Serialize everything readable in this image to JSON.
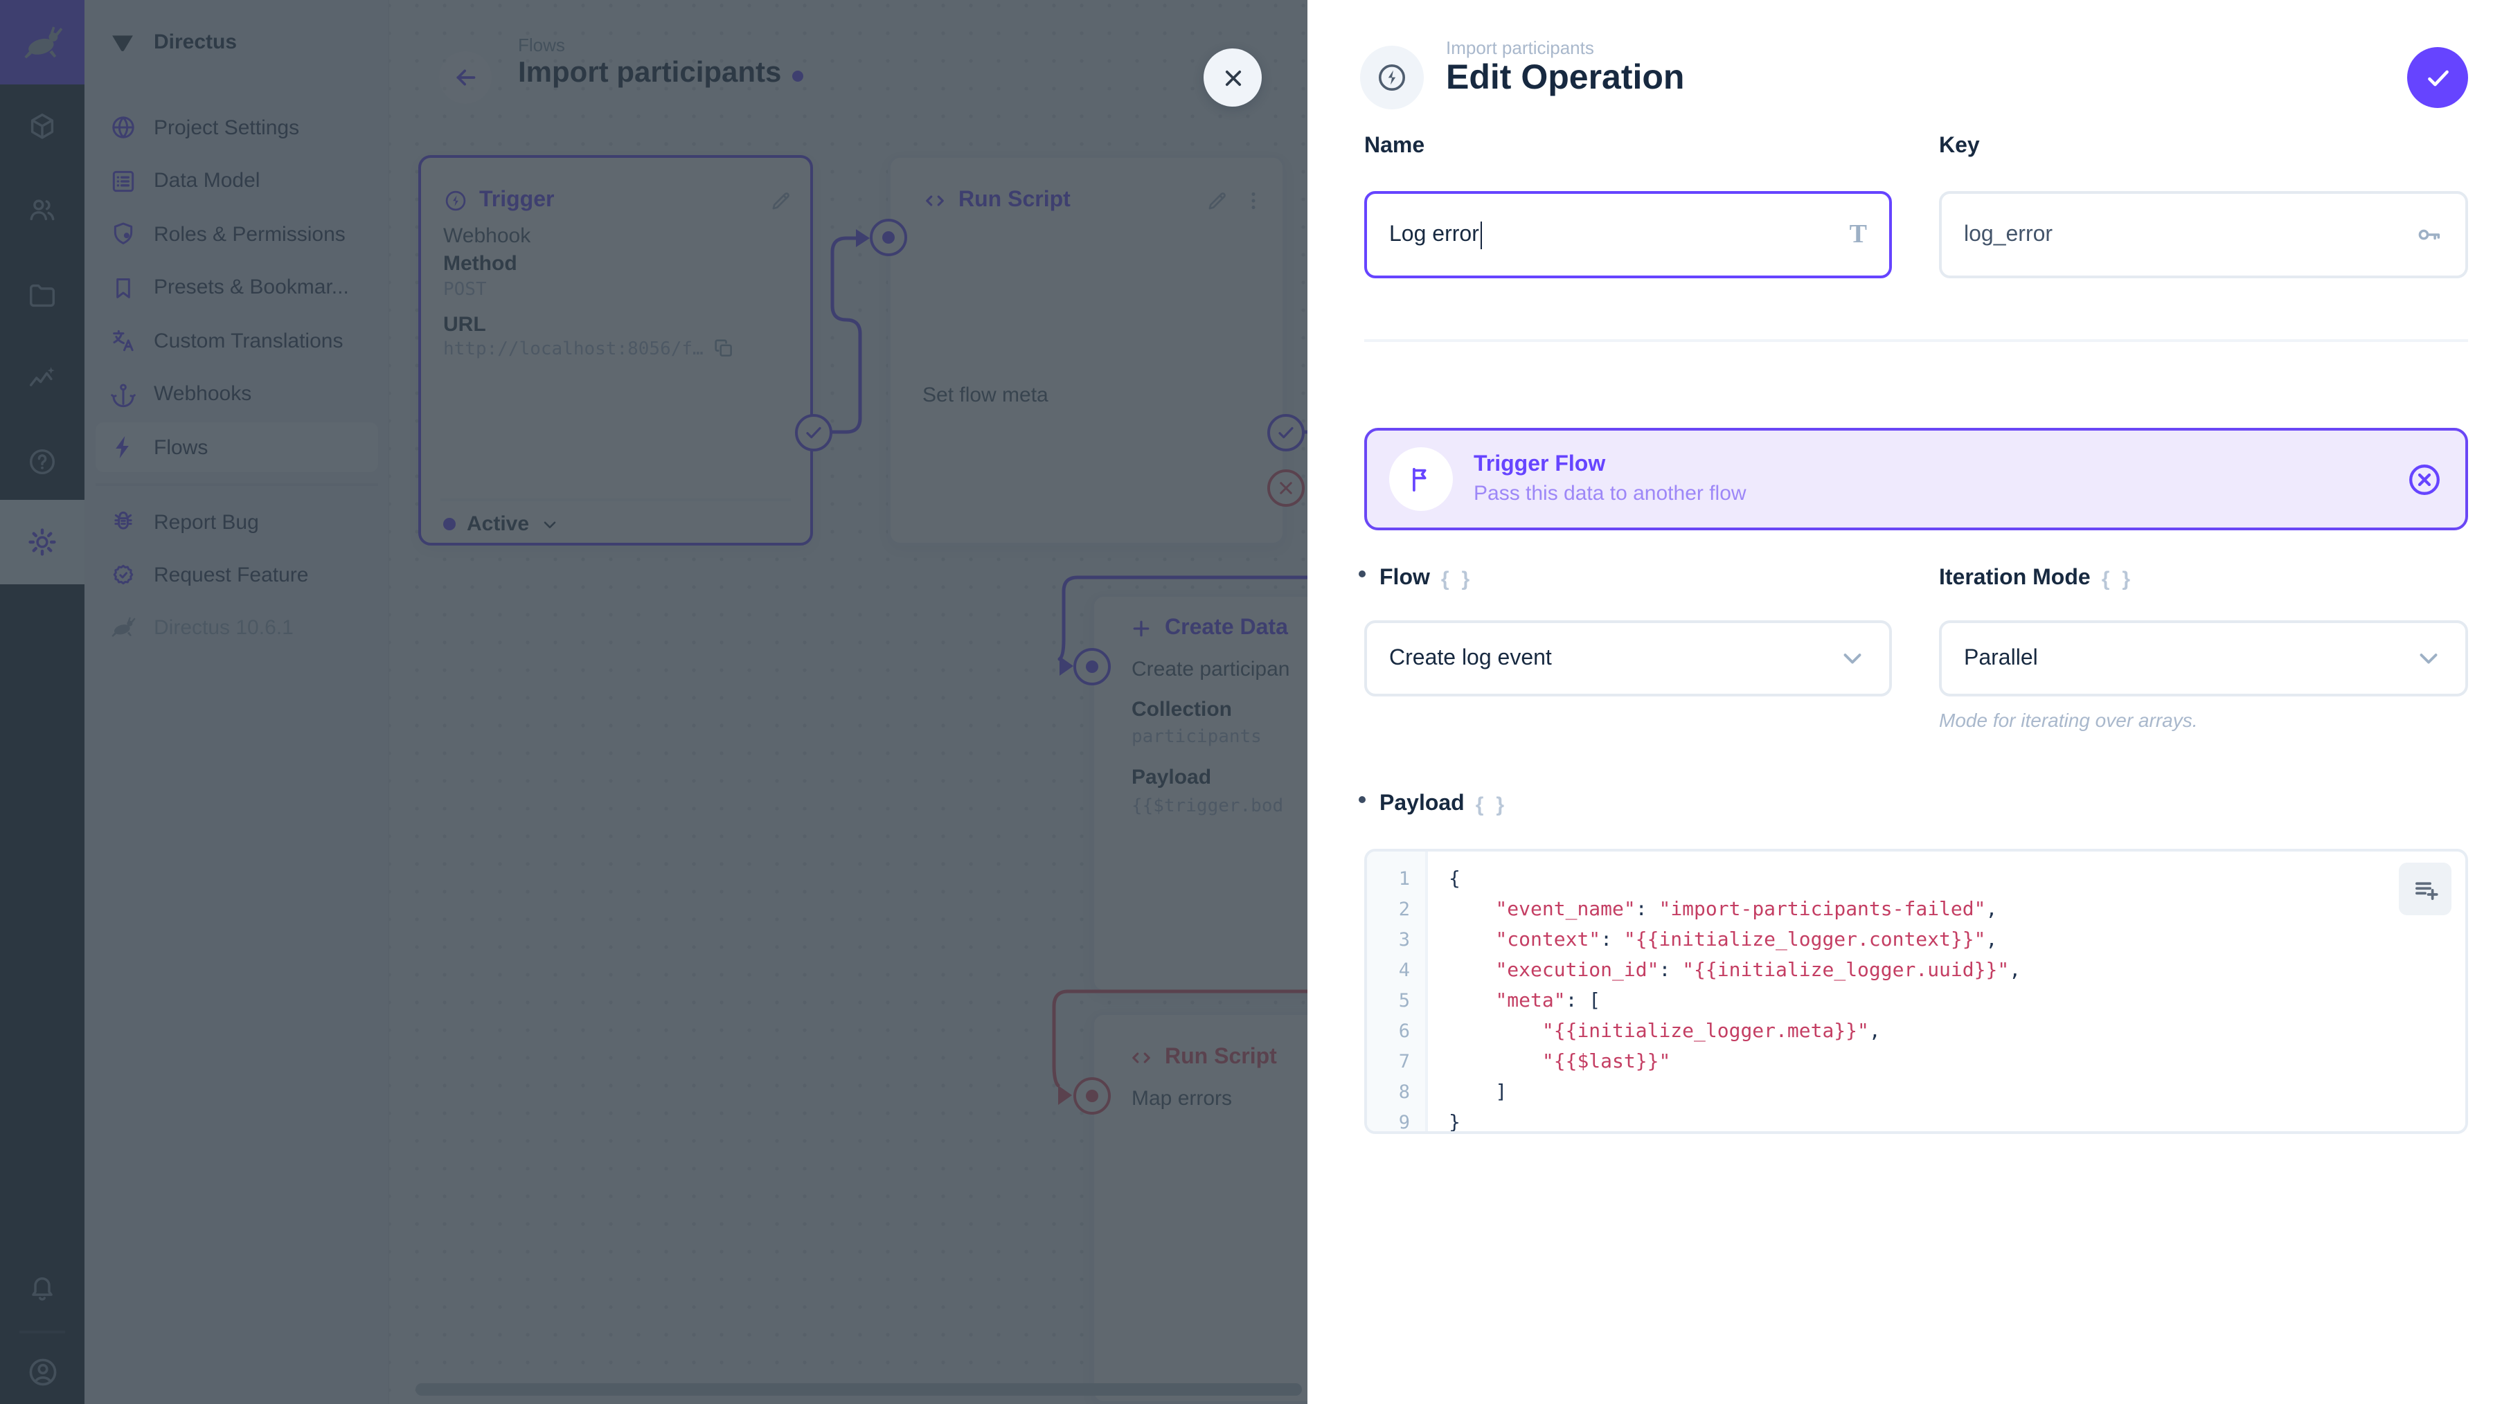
{
  "app": {
    "accent_color": "#6644ff",
    "danger_color": "#e35169"
  },
  "module_bar": {
    "logo_icon": "rabbit",
    "modules": [
      {
        "icon": "cube"
      },
      {
        "icon": "users"
      },
      {
        "icon": "folder"
      },
      {
        "icon": "insights"
      },
      {
        "icon": "help"
      }
    ],
    "settings_icon": "gear",
    "notifications_icon": "bell",
    "account_icon": "user-circle"
  },
  "nav": {
    "project_name": "Directus",
    "project_icon": "wedge",
    "items": [
      {
        "icon": "globe",
        "label": "Project Settings",
        "active": false
      },
      {
        "icon": "data-model",
        "label": "Data Model",
        "active": false
      },
      {
        "icon": "shield",
        "label": "Roles & Permissions",
        "active": false
      },
      {
        "icon": "bookmark",
        "label": "Presets & Bookmar...",
        "active": false
      },
      {
        "icon": "translate",
        "label": "Custom Translations",
        "active": false
      },
      {
        "icon": "anchor",
        "label": "Webhooks",
        "active": false
      },
      {
        "icon": "bolt",
        "label": "Flows",
        "active": true
      }
    ],
    "secondary_items": [
      {
        "icon": "bug",
        "label": "Report Bug"
      },
      {
        "icon": "award",
        "label": "Request Feature"
      }
    ],
    "version": "Directus 10.6.1"
  },
  "canvas": {
    "breadcrumb": "Flows",
    "title": "Import participants",
    "trigger_panel": {
      "title": "Trigger",
      "type": "Webhook",
      "method_label": "Method",
      "method_value": "POST",
      "url_label": "URL",
      "url_value": "http://localhost:8056/f…",
      "status": "Active"
    },
    "run_script_panel": {
      "title": "Run Script",
      "name": "Set flow meta"
    },
    "create_data_panel": {
      "title": "Create Data",
      "name": "Create participan",
      "collection_label": "Collection",
      "collection_value": "participants",
      "payload_label": "Payload",
      "payload_value": "{{$trigger.bod"
    },
    "map_errors_panel": {
      "title": "Run Script",
      "name": "Map errors"
    }
  },
  "drawer": {
    "breadcrumb": "Import participants",
    "title": "Edit Operation",
    "name_field": {
      "label": "Name",
      "value": "Log error"
    },
    "key_field": {
      "label": "Key",
      "value": "log_error"
    },
    "trigger_flow_card": {
      "title": "Trigger Flow",
      "subtitle": "Pass this data to another flow"
    },
    "flow_field": {
      "label": "Flow",
      "value": "Create log event"
    },
    "iteration_field": {
      "label": "Iteration Mode",
      "value": "Parallel",
      "note": "Mode for iterating over arrays."
    },
    "payload_field": {
      "label": "Payload",
      "lines": [
        "{",
        "    \"event_name\": \"import-participants-failed\",",
        "    \"context\": \"{{initialize_logger.context}}\",",
        "    \"execution_id\": \"{{initialize_logger.uuid}}\",",
        "    \"meta\": [",
        "        \"{{initialize_logger.meta}}\",",
        "        \"{{$last}}\"",
        "    ]",
        "}"
      ]
    }
  }
}
